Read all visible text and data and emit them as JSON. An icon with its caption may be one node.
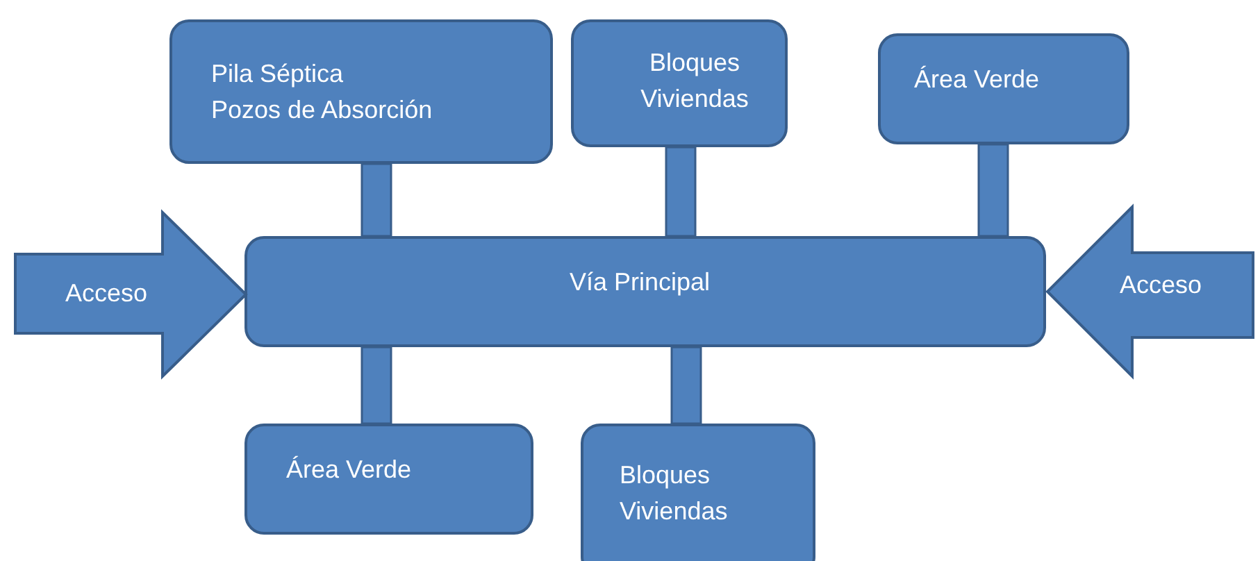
{
  "diagram": {
    "nodes": [
      {
        "text": [
          "Pila Séptica",
          "Pozos de Absorción"
        ]
      },
      {
        "text": [
          "Bloques Viviendas"
        ]
      },
      {
        "text": [
          "Área Verde"
        ]
      },
      {
        "text": [
          "Vía Principal"
        ]
      },
      {
        "text": [
          "Acceso"
        ]
      },
      {
        "text": [
          "Acceso"
        ]
      },
      {
        "text": [
          "Área Verde"
        ]
      },
      {
        "text": [
          "Bloques Viviendas"
        ]
      }
    ],
    "edges": [
      {
        "from": 0,
        "to": 3,
        "arrow": "none",
        "style": "thick"
      },
      {
        "from": 1,
        "to": 3,
        "arrow": "none",
        "style": "thick"
      },
      {
        "from": 2,
        "to": 3,
        "arrow": "none",
        "style": "thick"
      },
      {
        "from": 6,
        "to": 3,
        "arrow": "none",
        "style": "thick"
      },
      {
        "from": 7,
        "to": 3,
        "arrow": "none",
        "style": "thick"
      }
    ]
  }
}
